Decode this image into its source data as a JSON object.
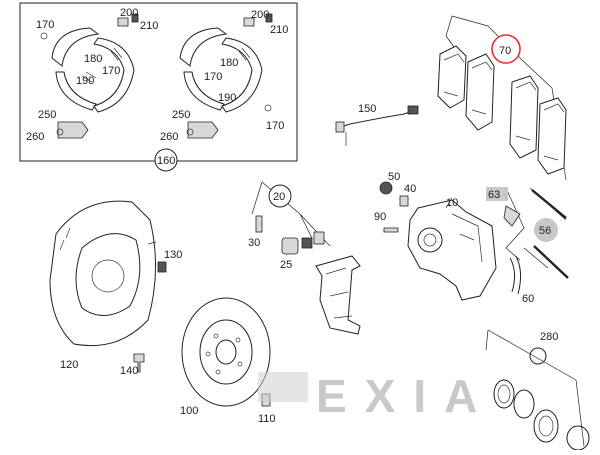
{
  "labels": {
    "l170a": "170",
    "l200a": "200",
    "l210a": "210",
    "l180a": "180",
    "l170b": "170",
    "l190a": "190",
    "l250a": "250",
    "l260a": "260",
    "l200b": "200",
    "l210b": "210",
    "l180b": "180",
    "l170c": "170",
    "l190b": "190",
    "l250b": "250",
    "l260b": "260",
    "l170d": "170",
    "l160": "160",
    "l70": "70",
    "l150": "150",
    "l20": "20",
    "l30": "30",
    "l25": "25",
    "l50": "50",
    "l40": "40",
    "l10": "10",
    "l90": "90",
    "l63": "63",
    "l56": "56",
    "l60": "60",
    "l130": "130",
    "l120": "120",
    "l140": "140",
    "l100": "100",
    "l110": "110",
    "l280": "280"
  },
  "watermark": "EXIA",
  "colors": {
    "highlight_ring": "#e53333",
    "line": "#222222",
    "badge_fill": "#c8c8c8",
    "watermark": "#c9c9c9"
  }
}
